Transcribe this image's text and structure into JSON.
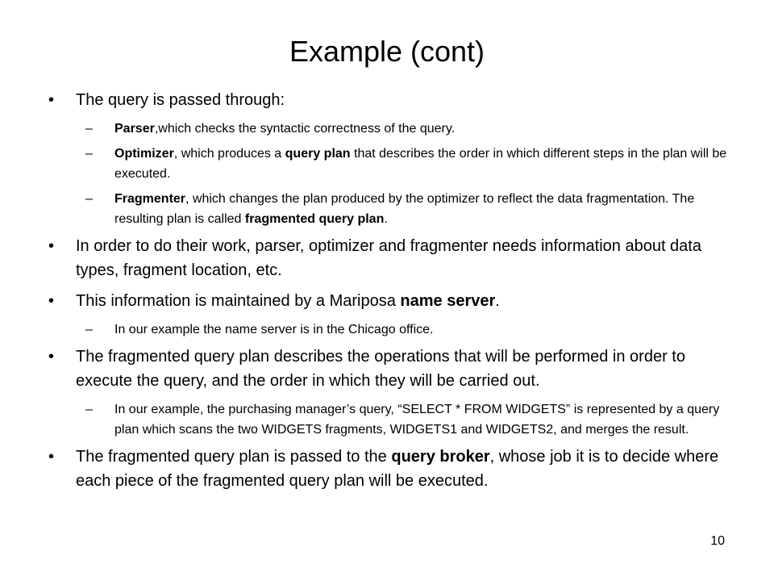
{
  "title": "Example (cont)",
  "page_number": "10",
  "bullet_symbol": "•",
  "dash_symbol": "–",
  "b1": {
    "text": "The query is passed through:",
    "s1": {
      "bold": "Parser",
      "rest": ",which checks the syntactic correctness of the query."
    },
    "s2": {
      "bold1": "Optimizer",
      "mid": ", which produces a ",
      "bold2": "query plan",
      "rest": " that describes the order in which different steps in the plan will be executed."
    },
    "s3": {
      "bold1": "Fragmenter",
      "mid": ", which changes the plan produced by the optimizer to reflect the data fragmentation. The resulting plan is called ",
      "bold2": "fragmented query plan",
      "end": "."
    }
  },
  "b2": {
    "text": "In order to do their work, parser, optimizer and fragmenter needs information about data types, fragment location, etc."
  },
  "b3": {
    "pre": "This information is maintained by a Mariposa ",
    "bold": "name server",
    "post": ".",
    "s1": "In our example the name server is in the Chicago office."
  },
  "b4": {
    "text": "The fragmented query plan describes the operations that will be performed in order to execute the query, and the order in which they will be carried out.",
    "s1": "In our example, the purchasing manager’s query, “SELECT * FROM WIDGETS” is represented by a query plan which scans the two WIDGETS fragments, WIDGETS1 and WIDGETS2, and merges the result."
  },
  "b5": {
    "pre": "The fragmented query plan is passed to the ",
    "bold": "query broker",
    "post": ", whose job it is to decide where each piece of the fragmented query plan will be executed."
  }
}
